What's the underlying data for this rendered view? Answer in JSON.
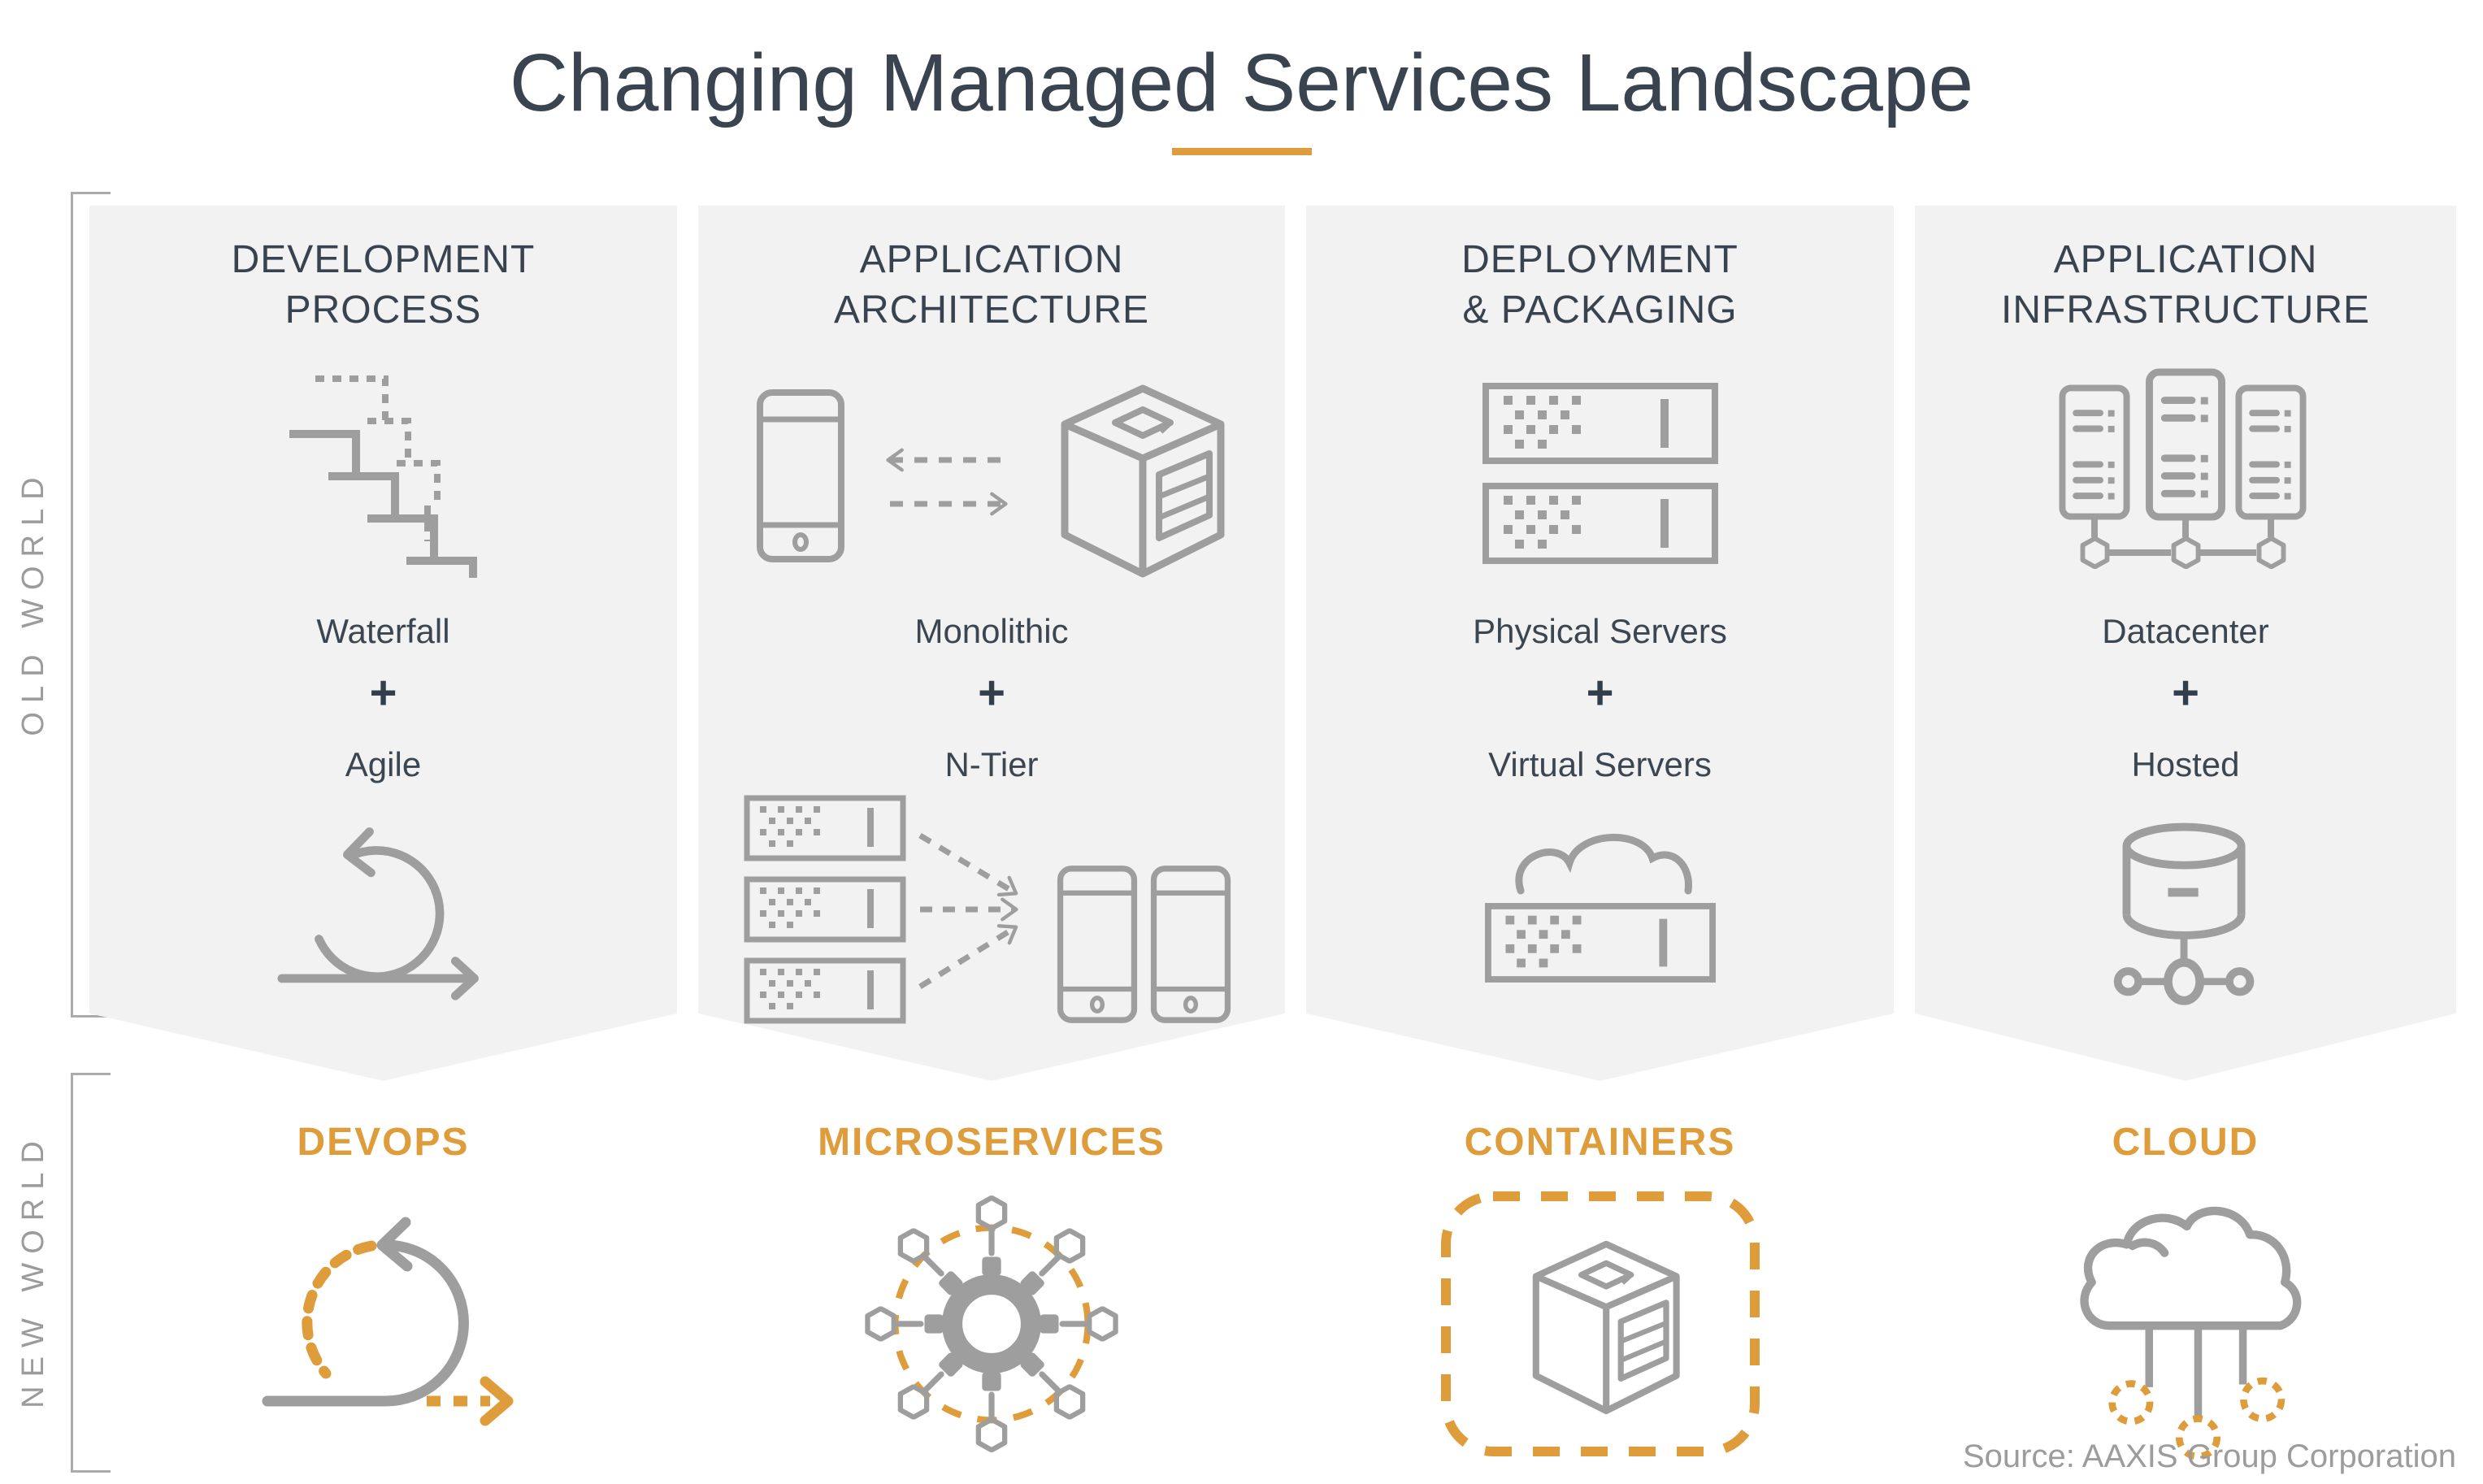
{
  "title": "Changing Managed Services Landscape",
  "source_note": "Source: AAXIS Group Corporation",
  "plus_sign": "+",
  "side_labels": {
    "old_world": "OLD WORLD",
    "new_world": "NEW WORLD"
  },
  "colors": {
    "accent_orange": "#DF9C3B",
    "heading_slate": "#39434F",
    "icon_gray": "#9E9E9E",
    "panel_gray": "#F2F2F2",
    "muted_gray": "#9B9B9B"
  },
  "columns": [
    {
      "header_line1": "DEVELOPMENT",
      "header_line2": "PROCESS",
      "old_item1": "Waterfall",
      "old_item2": "Agile",
      "new_label": "DEVOPS",
      "old_icon1": "waterfall-steps-icon",
      "old_icon2": "agile-loop-icon",
      "new_icon": "devops-loop-icon"
    },
    {
      "header_line1": "APPLICATION",
      "header_line2": "ARCHITECTURE",
      "old_item1": "Monolithic",
      "old_item2": "N-Tier",
      "new_label": "MICROSERVICES",
      "old_icon1": "phone-to-monolith-icon",
      "old_icon2": "ntier-servers-to-phones-icon",
      "new_icon": "microservices-gear-icon"
    },
    {
      "header_line1": "DEPLOYMENT",
      "header_line2": "& PACKAGING",
      "old_item1": "Physical Servers",
      "old_item2": "Virtual Servers",
      "new_label": "CONTAINERS",
      "old_icon1": "physical-servers-icon",
      "old_icon2": "virtual-server-cloud-icon",
      "new_icon": "container-cube-icon"
    },
    {
      "header_line1": "APPLICATION",
      "header_line2": "INFRASTRUCTURE",
      "old_item1": "Datacenter",
      "old_item2": "Hosted",
      "new_label": "CLOUD",
      "old_icon1": "datacenter-racks-icon",
      "old_icon2": "hosted-database-icon",
      "new_icon": "cloud-network-icon"
    }
  ]
}
